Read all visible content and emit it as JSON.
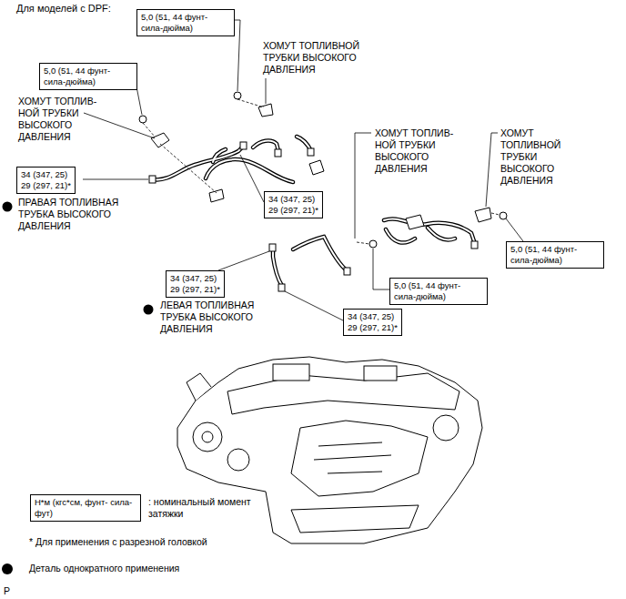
{
  "diagram": {
    "title": "Для моделей с DPF:",
    "nodes": [
      {
        "text": [
          "5,0 (51, 44 фунт- сила-дюйма)"
        ]
      },
      {
        "text": [
          "5,0 (51, 44 фунт- сила-дюйма)"
        ]
      },
      {
        "text": [
          "34 (347, 25)",
          "29 (297, 21)*"
        ]
      },
      {
        "text": [
          "34 (347, 25)",
          "29 (297, 21)*"
        ]
      },
      {
        "text": [
          "5,0 (51, 44 фунт- сила-дюйма)"
        ]
      },
      {
        "text": [
          "34 (347, 25)",
          "29 (297, 21)*"
        ]
      },
      {
        "text": [
          "5,0 (51, 44 фунт- сила-дюйма)"
        ]
      },
      {
        "text": [
          "34 (347, 25)",
          "29 (297, 21)*"
        ]
      },
      {
        "text": [
          "Н*м (кгс*см, фунт- сила-фут)"
        ]
      }
    ],
    "labels": [
      "ХОМУТ ТОПЛИВНОЙ ТРУБКИ ВЫСОКОГО ДАВЛЕНИЯ",
      "ХОМУТ ТОПЛИВ- НОЙ ТРУБКИ ВЫСОКОГО ДАВЛЕНИЯ",
      "ХОМУТ ТОПЛИВ- НОЙ ТРУБКИ ВЫСОКОГО ДАВЛЕНИЯ",
      "ХОМУТ ТОПЛИВНОЙ ТРУБКИ ВЫСОКОГО ДАВЛЕНИЯ",
      "ПРАВАЯ ТОПЛИВНАЯ ТРУБКА ВЫСОКОГО ДАВЛЕНИЯ",
      "ЛЕВАЯ ТОПЛИВНАЯ ТРУБКА ВЫСОКОГО ДАВЛЕНИЯ",
      ": номинальный момент затяжки",
      "* Для применения с разрезной головкой",
      "P"
    ],
    "legend": [
      {
        "text": "Деталь однократного применения",
        "color": "#000000"
      }
    ]
  }
}
